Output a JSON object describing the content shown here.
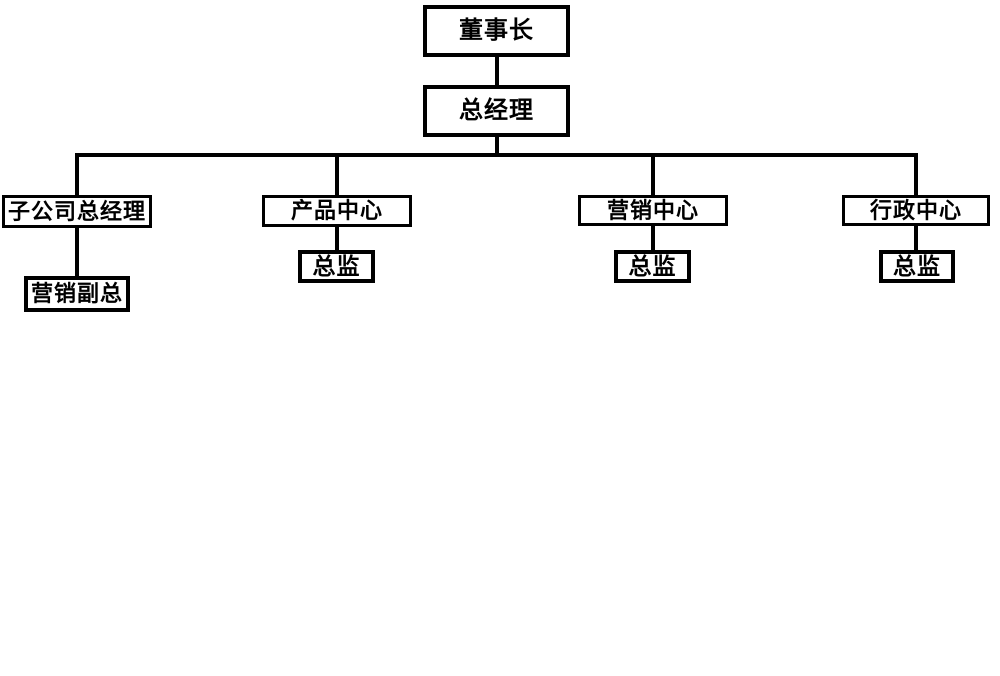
{
  "diagram": {
    "type": "org-chart",
    "colors": {
      "background": "#ffffff",
      "line": "#000000",
      "box_border": "#000000",
      "box_fill": "#ffffff",
      "text": "#000000"
    },
    "nodes": [
      {
        "id": "chairman",
        "label": "董事长",
        "level": 1,
        "parent": null
      },
      {
        "id": "general-manager",
        "label": "总经理",
        "level": 2,
        "parent": "chairman"
      },
      {
        "id": "subsidiary-general-manager",
        "label": "子公司总经理",
        "level": 3,
        "parent": "general-manager"
      },
      {
        "id": "product-center",
        "label": "产品中心",
        "level": 3,
        "parent": "general-manager"
      },
      {
        "id": "marketing-center",
        "label": "营销中心",
        "level": 3,
        "parent": "general-manager"
      },
      {
        "id": "admin-center",
        "label": "行政中心",
        "level": 3,
        "parent": "general-manager"
      },
      {
        "id": "marketing-deputy-gm",
        "label": "营销副总",
        "level": 4,
        "parent": "subsidiary-general-manager"
      },
      {
        "id": "product-director",
        "label": "总监",
        "level": 4,
        "parent": "product-center"
      },
      {
        "id": "marketing-director",
        "label": "总监",
        "level": 4,
        "parent": "marketing-center"
      },
      {
        "id": "admin-director",
        "label": "总监",
        "level": 4,
        "parent": "admin-center"
      }
    ]
  }
}
